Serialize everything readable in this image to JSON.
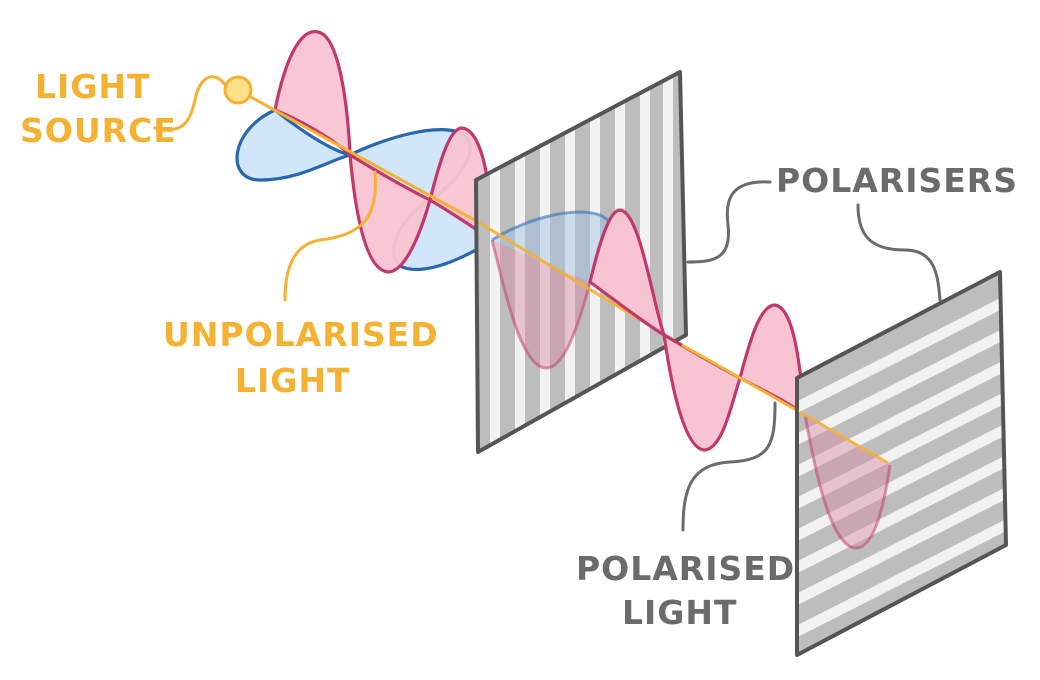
{
  "labels": {
    "light_source": [
      "LIGHT",
      "SOURCE"
    ],
    "unpolarised_light": [
      "UNPOLARISED",
      "LIGHT"
    ],
    "polarisers": "POLARISERS",
    "polarised_light": [
      "POLARISED",
      "LIGHT"
    ]
  },
  "colors": {
    "beam": "#f5b131",
    "label_orange": "#f5b131",
    "label_grey": "#6b6b6b",
    "vertical_wave_stroke": "#c2386c",
    "vertical_wave_fill": "#f9c4d1",
    "horizontal_wave_stroke": "#2a67b1",
    "horizontal_wave_fill": "#cfe5f8",
    "polariser_frame": "#555555",
    "polariser_stripe_dark": "#bdbdbd",
    "polariser_stripe_light": "#f2f2f2",
    "source_fill": "#fde08a"
  },
  "polarisers": [
    {
      "name": "vertical-polariser",
      "orientation": "vertical"
    },
    {
      "name": "horizontal-polariser",
      "orientation": "horizontal"
    }
  ]
}
